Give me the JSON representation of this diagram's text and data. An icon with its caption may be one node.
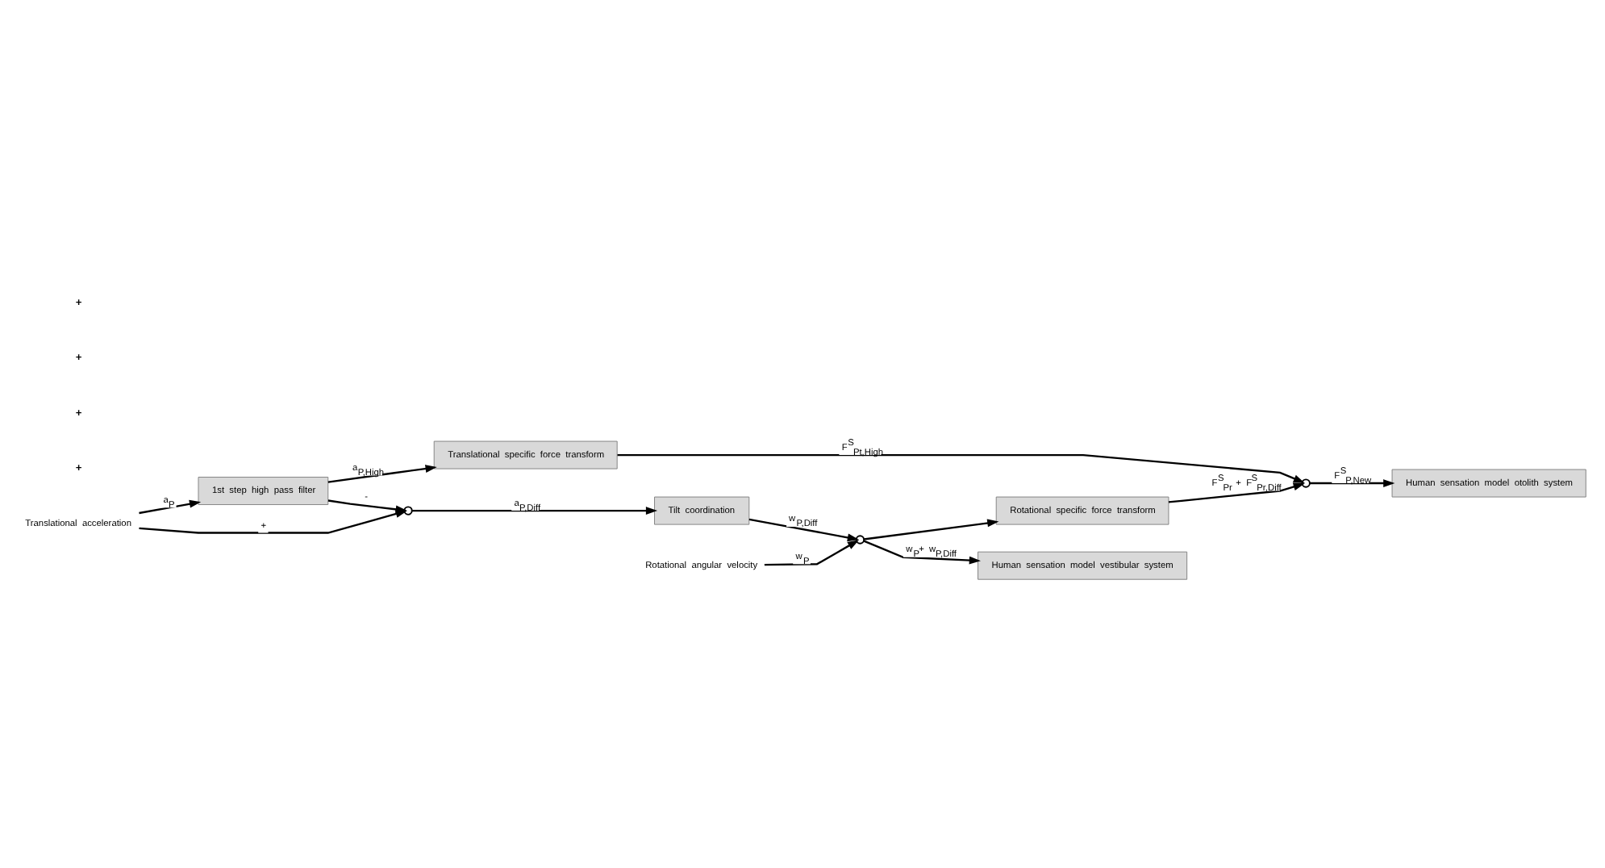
{
  "diagram": {
    "nodes": [
      {
        "text": [
          "Translational acceleration"
        ]
      },
      {
        "text": [
          "1st step high pass filter"
        ]
      },
      {
        "text": [
          "Translational specific force transform"
        ]
      },
      {
        "text": [],
        "shape": "circle"
      },
      {
        "text": [
          "Tilt coordination"
        ]
      },
      {
        "text": [
          "Rotational angular velocity"
        ]
      },
      {
        "text": [],
        "shape": "circle"
      },
      {
        "text": [
          "Rotational specific force transform"
        ]
      },
      {
        "text": [],
        "shape": "circle"
      },
      {
        "text": [
          "Human sensation model otolith system"
        ]
      },
      {
        "text": [
          "Human sensation model vestibular system"
        ]
      }
    ],
    "edges": [
      {
        "from": 0,
        "to": 1,
        "arrow": "to",
        "label": "a$_{P}$"
      },
      {
        "from": 1,
        "to": 2,
        "arrow": "to",
        "label": "a$_{P,High}$"
      },
      {
        "from": 0,
        "to": 3,
        "arrow": "to",
        "label": "+"
      },
      {
        "from": 1,
        "to": 3,
        "arrow": "to",
        "label": "-"
      },
      {
        "from": 3,
        "to": 4,
        "arrow": "to",
        "label": "a$_{P,Diff}$"
      },
      {
        "from": 4,
        "to": 6,
        "arrow": "to",
        "label": "w$_{P,Diff}$"
      },
      {
        "from": 5,
        "to": 6,
        "arrow": "to",
        "label": "w$_{P}$"
      },
      {
        "from": 6,
        "to": 7,
        "arrow": "to"
      },
      {
        "from": 2,
        "to": 8,
        "arrow": "to",
        "label": "F$^{S}$$_{Pt,High}$"
      },
      {
        "from": 7,
        "to": 8,
        "arrow": "to",
        "label": "F$^{S}$$_{Pr}$ + F$^{S}$$_{Pr,Diff}$"
      },
      {
        "from": 8,
        "to": 9,
        "arrow": "to",
        "label": "F$^{S}$$_{P,New}$"
      },
      {
        "from": 6,
        "to": 10,
        "arrow": "to",
        "label": "w$_{P}$+ w$_{P,Diff}$"
      }
    ],
    "labels": [
      "+",
      "+",
      "+",
      "+"
    ]
  }
}
